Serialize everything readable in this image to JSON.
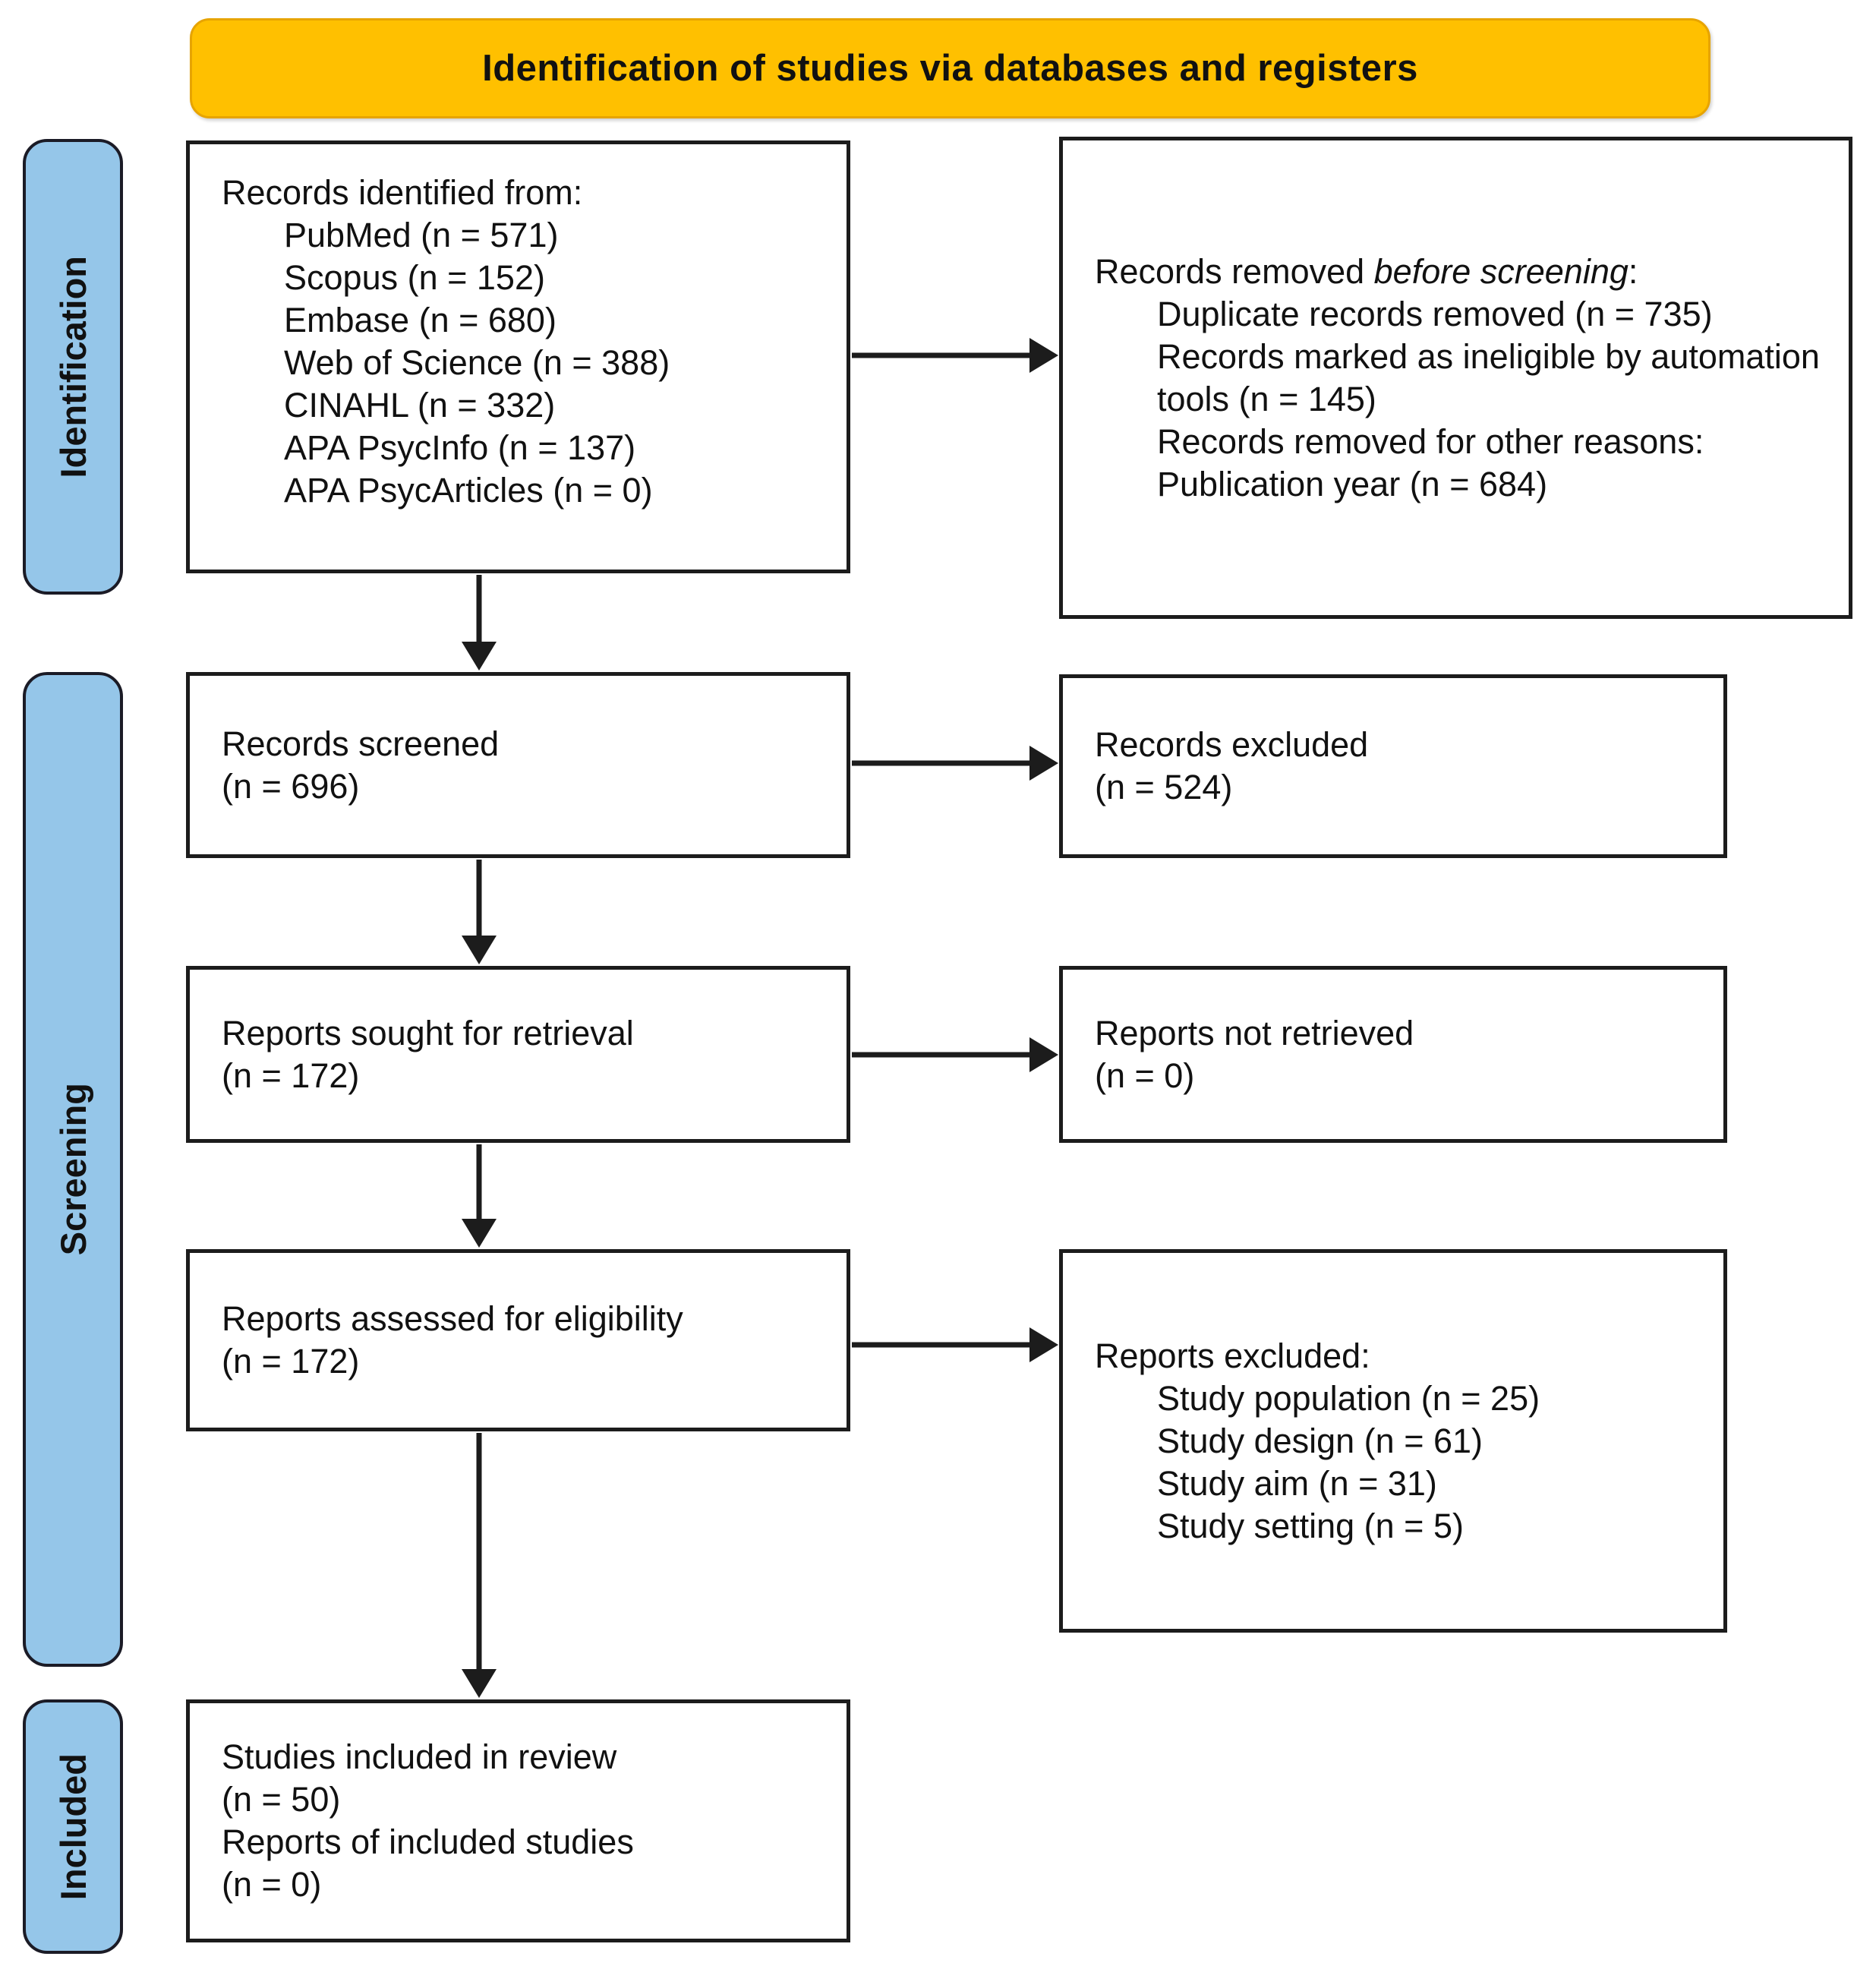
{
  "title": "Identification of studies via databases and registers",
  "colors": {
    "banner_bg": "#FFC000",
    "banner_border": "#E7A400",
    "stage_tab_bg": "#95C6E9",
    "box_border": "#1C1C1C",
    "text": "#111111"
  },
  "stages": [
    {
      "label": "Identification"
    },
    {
      "label": "Screening"
    },
    {
      "label": "Included"
    }
  ],
  "boxes": {
    "records_identified": {
      "intro": "Records identified from:",
      "items": [
        "PubMed (n = 571)",
        "Scopus (n = 152)",
        "Embase (n = 680)",
        "Web of Science (n = 388)",
        "CINAHL (n = 332)",
        "APA PsycInfo (n = 137)",
        "APA PsycArticles (n = 0)"
      ]
    },
    "records_removed": {
      "intro_prefix": "Records removed ",
      "intro_italic": "before screening",
      "intro_suffix": ":",
      "items": [
        "Duplicate records removed (n = 735)",
        "Records marked as ineligible by automation tools (n = 145)",
        "Records removed for other reasons:",
        "Publication year (n = 684)"
      ]
    },
    "records_screened": {
      "lines": [
        "Records screened",
        "(n = 696)"
      ]
    },
    "records_excluded": {
      "lines": [
        "Records excluded",
        "(n = 524)"
      ]
    },
    "reports_sought": {
      "lines": [
        "Reports sought for retrieval",
        "(n = 172)"
      ]
    },
    "reports_not_retrieved": {
      "lines": [
        "Reports not retrieved",
        "(n = 0)"
      ]
    },
    "reports_assessed": {
      "lines": [
        "Reports assessed for eligibility",
        "(n = 172)"
      ]
    },
    "reports_excluded": {
      "intro": "Reports excluded:",
      "items": [
        "Study population (n = 25)",
        "Study design (n = 61)",
        "Study aim (n = 31)",
        "Study setting (n = 5)"
      ]
    },
    "studies_included": {
      "lines": [
        "Studies included in review",
        "(n = 50)",
        "Reports of included studies",
        "(n = 0)"
      ]
    }
  }
}
